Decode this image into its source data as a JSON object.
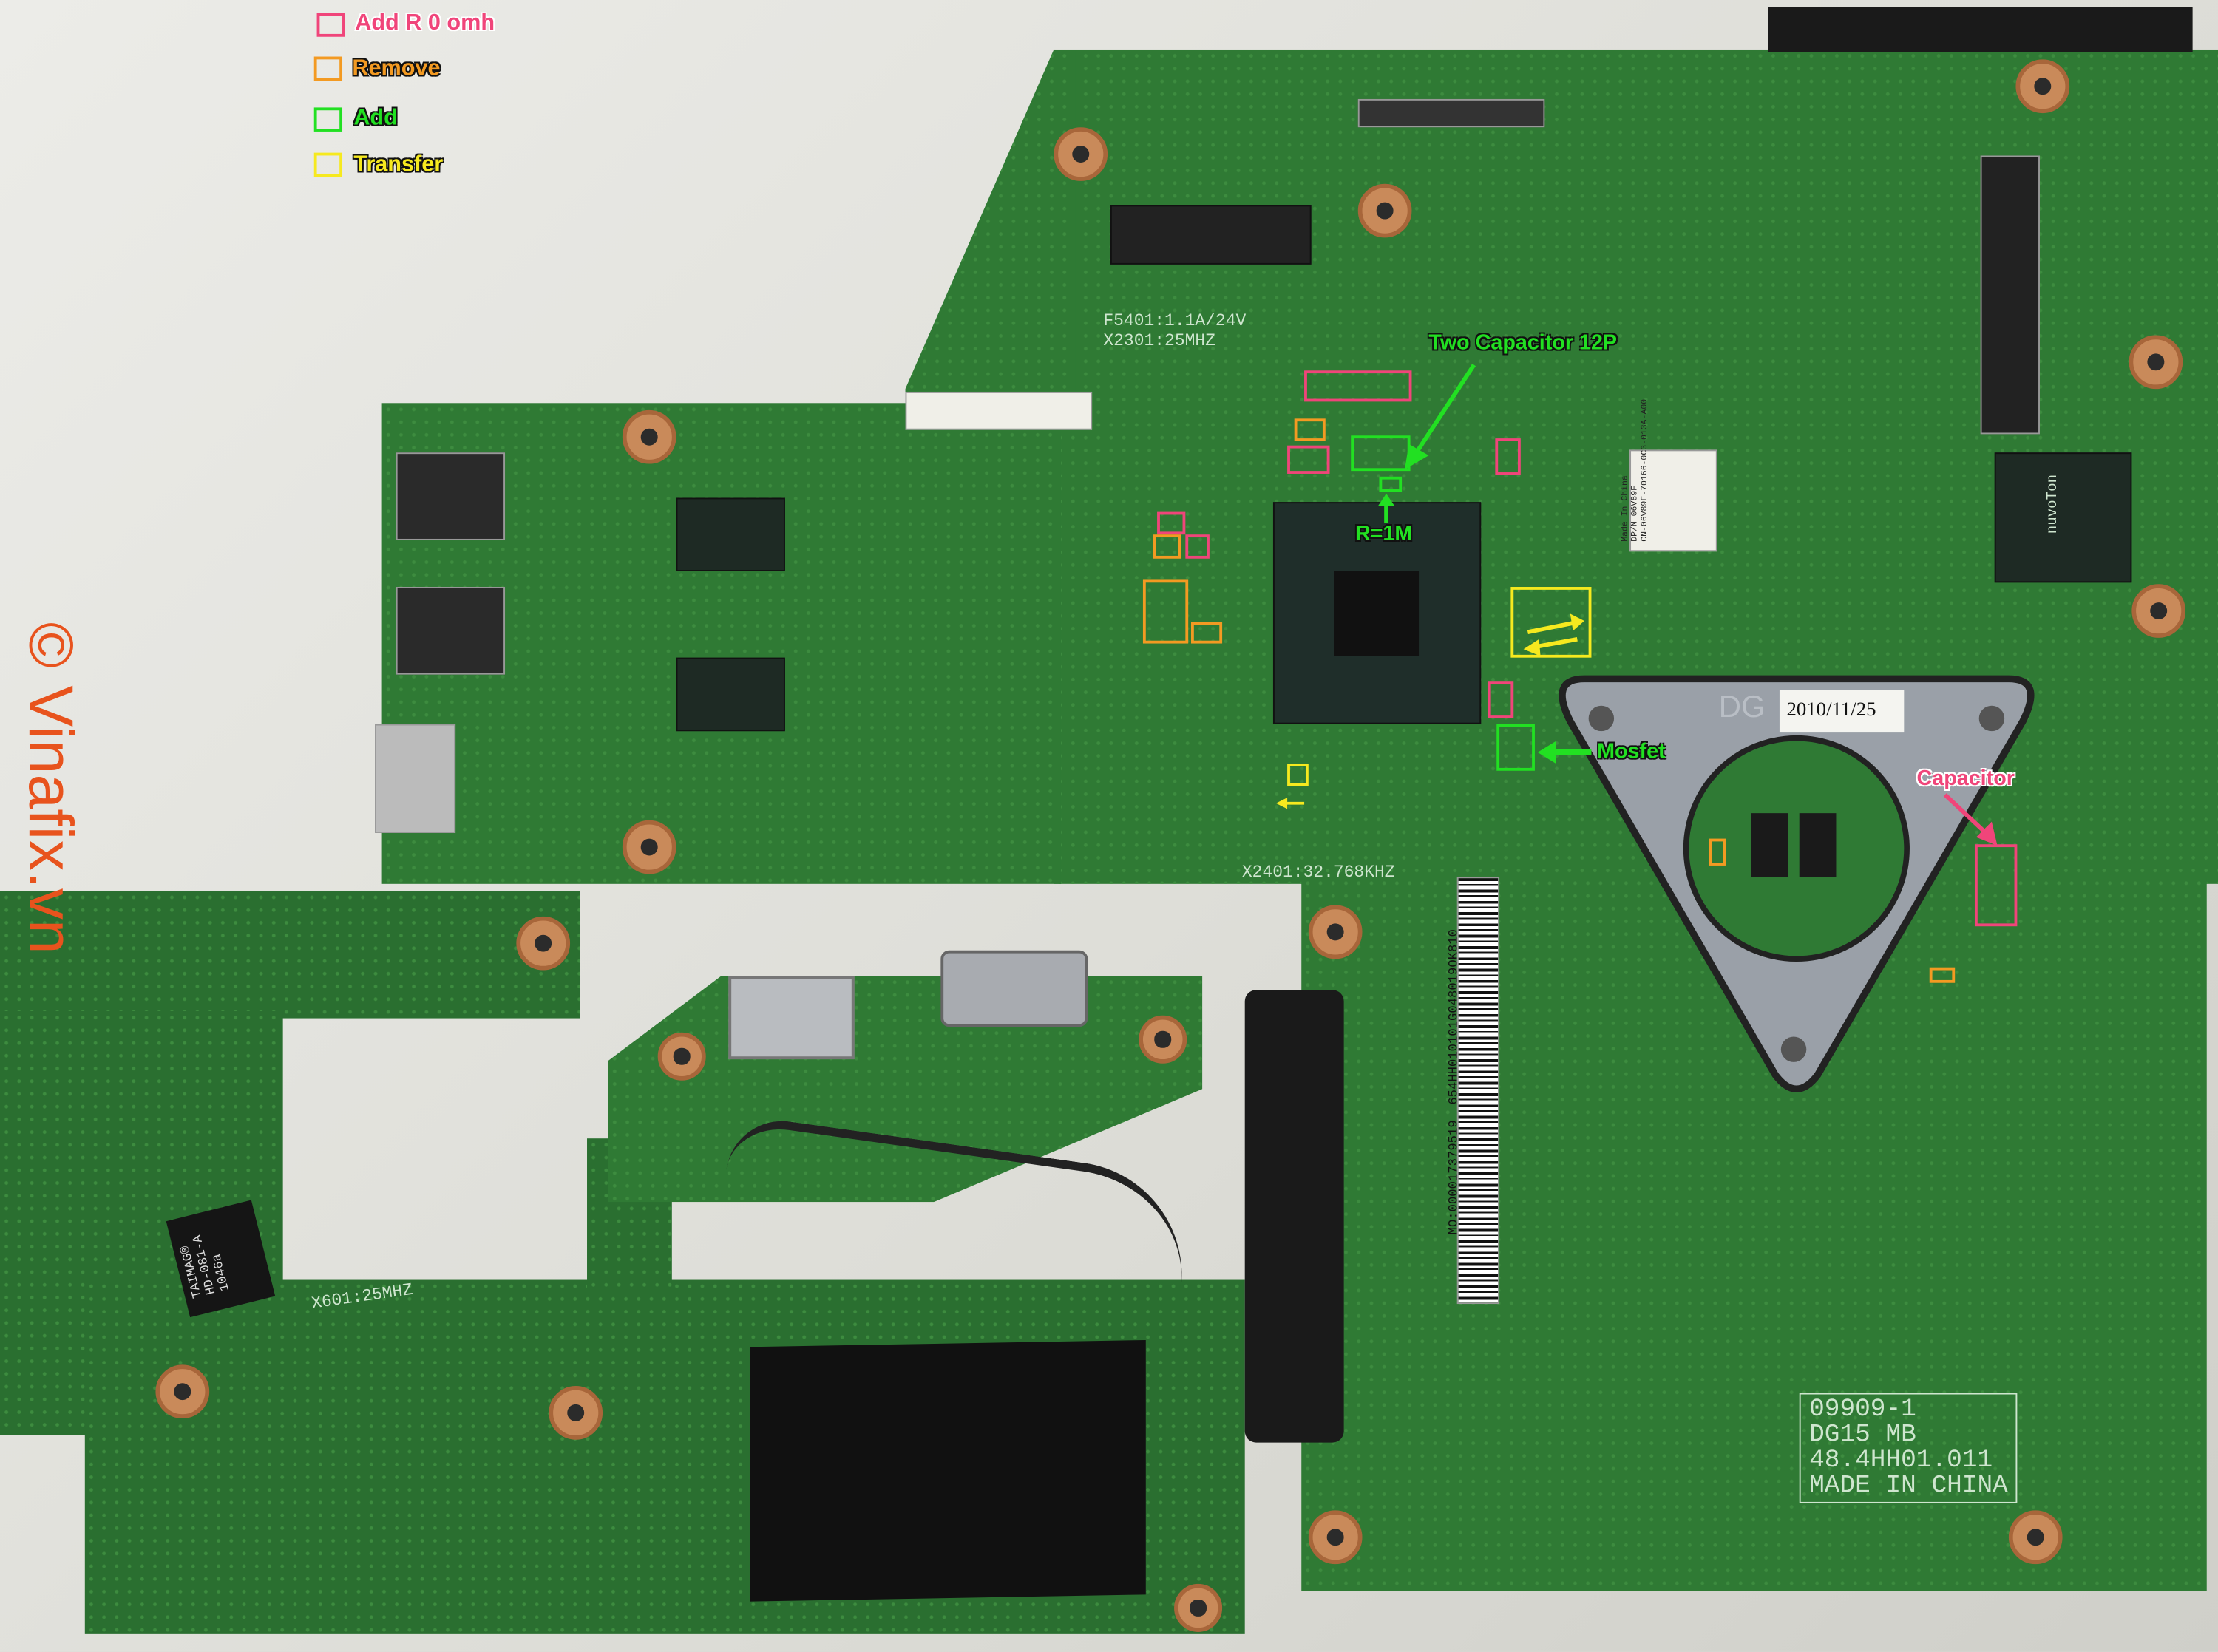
{
  "legend": {
    "items": [
      {
        "label": "Add R 0 omh",
        "color": "#f0457a"
      },
      {
        "label": "Remove",
        "color": "#f39a22"
      },
      {
        "label": "Add",
        "color": "#22e022"
      },
      {
        "label": "Transfer",
        "color": "#f6e91f"
      }
    ]
  },
  "watermark": "© Vinafix.vn",
  "annotations": {
    "two_capacitor": "Two Capacitor 12P",
    "resistor": "R=1M",
    "mosfet": "Mosfet",
    "capacitor": "Capacitor"
  },
  "board_silkscreen": {
    "crystal_main": "F5401:1.1A/24V\nX2301:25MHZ",
    "crystal_rtc": "X2401:32.768KHZ",
    "crystal_io": "X601:25MHZ",
    "model": "09909-1\nDG15 MB\n48.4HH01.011\nMADE IN CHINA",
    "heatsink_mark": "DG",
    "heatsink_date": "2010/11/25",
    "label_made_in": "Made In China\nDP/N 06V89F\nCN-06V89F-70166-0C3-013A-A00",
    "barcode_text": "MO:000017379519  654HH010101G048019OK810",
    "lan_transformer": "TAIMAG®\nHD-081-A\n1046a",
    "ec_chip": "nuvoTon"
  },
  "colors": {
    "board": "#2f7a34",
    "background": "#e4e4df"
  }
}
